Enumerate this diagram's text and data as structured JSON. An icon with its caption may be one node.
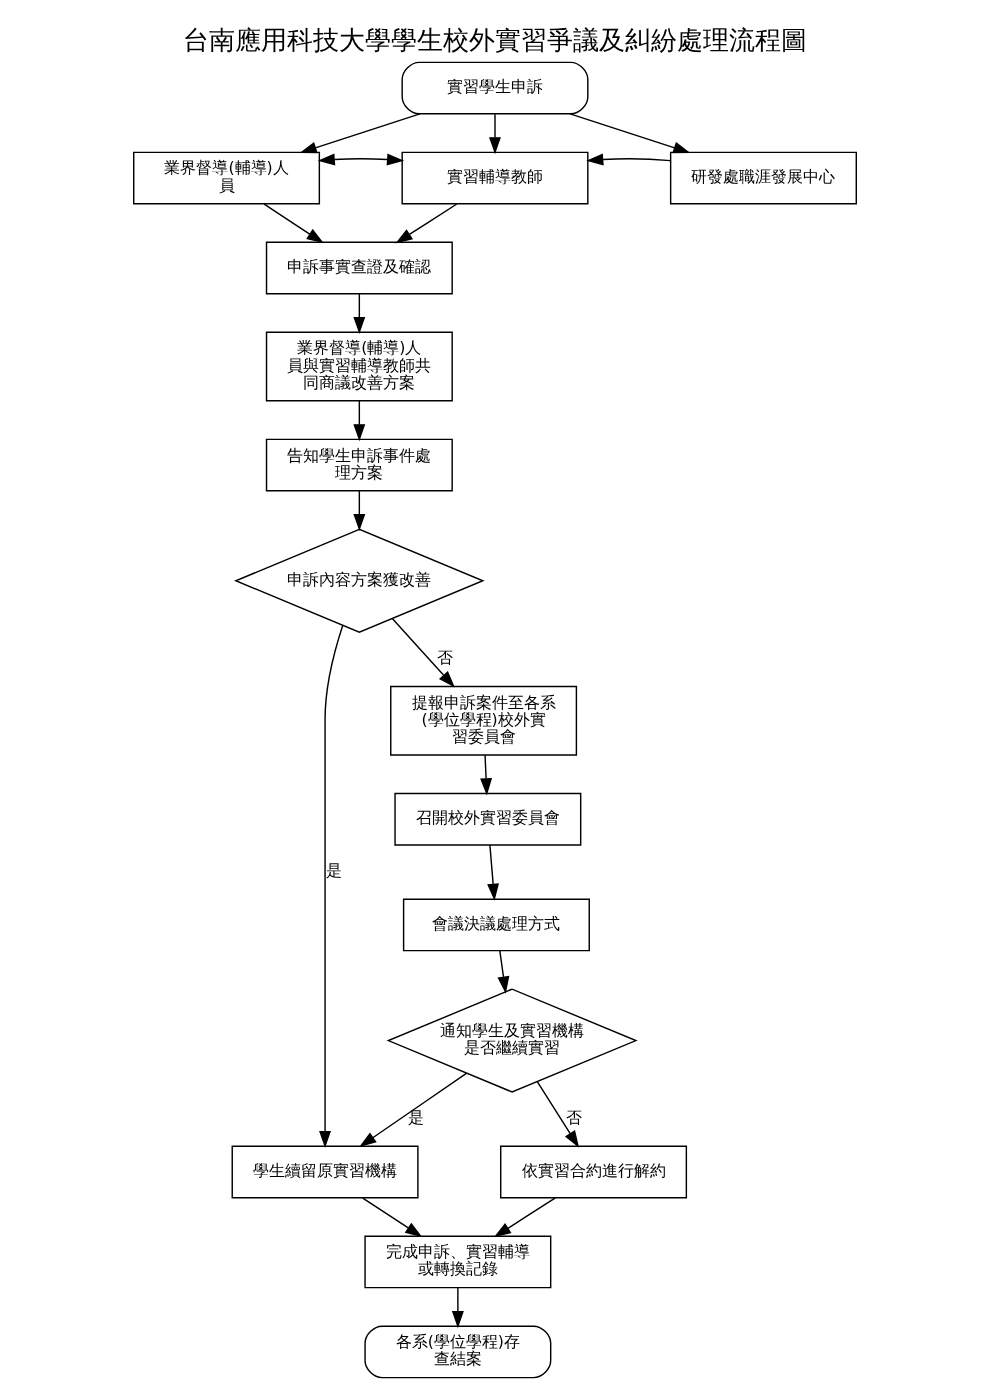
{
  "diagram": {
    "title": "台南應用科技大學學生校外實習爭議及糾紛處理流程圖",
    "nodes": [
      {
        "text": [
          "實習學生申訴"
        ]
      },
      {
        "text": [
          "業界督導(輔導)人員"
        ]
      },
      {
        "text": [
          "實習輔導教師"
        ]
      },
      {
        "text": [
          "研發處職涯發展中心"
        ]
      },
      {
        "text": [
          "申訴事實查證及確認"
        ]
      },
      {
        "text": [
          "業界督導(輔導)人員與實習輔導教師共同商議改善方案"
        ]
      },
      {
        "text": [
          "告知學生申訴事件處理方案"
        ]
      },
      {
        "text": [
          "申訴內容方案獲改善"
        ]
      },
      {
        "text": [
          "提報申訴案件至各系(學位學程)校外實習委員會"
        ]
      },
      {
        "text": [
          "召開校外實習委員會"
        ]
      },
      {
        "text": [
          "會議決議處理方式"
        ]
      },
      {
        "text": [
          "通知學生及實習機構是否繼續實習"
        ]
      },
      {
        "text": [
          "學生續留原實習機構"
        ]
      },
      {
        "text": [
          "依實習合約進行解約"
        ]
      },
      {
        "text": [
          "完成申訴、實習輔導或轉換記錄"
        ]
      },
      {
        "text": [
          "各系(學位學程)存查結案"
        ]
      }
    ],
    "edges": [
      {
        "from": 0,
        "to": 1,
        "arrow": "to"
      },
      {
        "from": 0,
        "to": 2,
        "arrow": "to"
      },
      {
        "from": 0,
        "to": 3,
        "arrow": "to"
      },
      {
        "from": 1,
        "to": 2,
        "arrow": "both"
      },
      {
        "from": 3,
        "to": 2,
        "arrow": "to"
      },
      {
        "from": 1,
        "to": 4,
        "arrow": "to"
      },
      {
        "from": 2,
        "to": 4,
        "arrow": "to"
      },
      {
        "from": 4,
        "to": 5,
        "arrow": "to"
      },
      {
        "from": 5,
        "to": 6,
        "arrow": "to"
      },
      {
        "from": 6,
        "to": 7,
        "arrow": "to"
      },
      {
        "from": 7,
        "to": 8,
        "arrow": "to",
        "label": "否"
      },
      {
        "from": 7,
        "to": 12,
        "arrow": "to",
        "label": "是"
      },
      {
        "from": 8,
        "to": 9,
        "arrow": "to"
      },
      {
        "from": 9,
        "to": 10,
        "arrow": "to"
      },
      {
        "from": 10,
        "to": 11,
        "arrow": "to"
      },
      {
        "from": 11,
        "to": 12,
        "arrow": "to",
        "label": "是"
      },
      {
        "from": 11,
        "to": 13,
        "arrow": "to",
        "label": "否"
      },
      {
        "from": 12,
        "to": 14,
        "arrow": "to"
      },
      {
        "from": 13,
        "to": 14,
        "arrow": "to"
      },
      {
        "from": 14,
        "to": 15,
        "arrow": "to"
      }
    ]
  }
}
